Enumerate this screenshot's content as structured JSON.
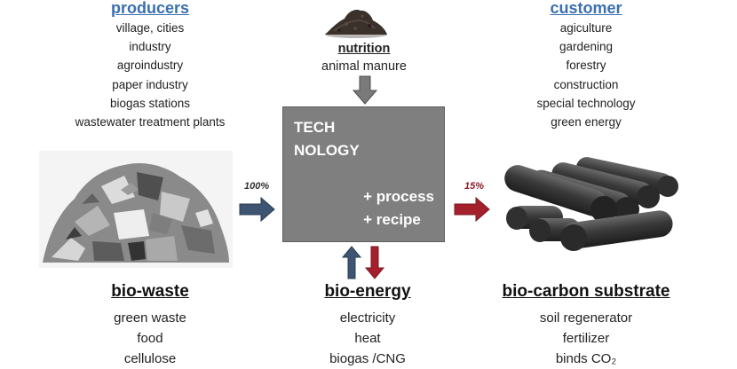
{
  "producers": {
    "title": "producers",
    "items": [
      "village, cities",
      "industry",
      "agroindustry",
      "paper industry",
      "biogas stations",
      "wastewater treatment plants"
    ]
  },
  "nutrition": {
    "title": "nutrition",
    "subtitle": "animal manure"
  },
  "customer": {
    "title": "customer",
    "items": [
      "agiculture",
      "gardening",
      "forestry",
      "construction",
      "special technology",
      "green energy"
    ]
  },
  "technology": {
    "title_line1": "TECH",
    "title_line2": "NOLOGY",
    "op1": "+ process",
    "op2": "+ recipe"
  },
  "flows": {
    "input_percent": "100%",
    "output_percent": "15%"
  },
  "bio_waste": {
    "title": "bio-waste",
    "items": [
      "green waste",
      "food",
      "cellulose"
    ]
  },
  "bio_energy": {
    "title": "bio-energy",
    "items": [
      "electricity",
      "heat",
      "biogas /CNG"
    ]
  },
  "bio_carbon": {
    "title": "bio-carbon substrate",
    "items": [
      "soil regenerator",
      "fertilizer",
      "binds CO₂"
    ]
  },
  "colors": {
    "link_blue": "#3a6fb0",
    "arrow_blue": "#3d5573",
    "arrow_red": "#a3202c",
    "arrow_gray": "#7a7a7a",
    "box_gray": "#7f7f7f"
  }
}
